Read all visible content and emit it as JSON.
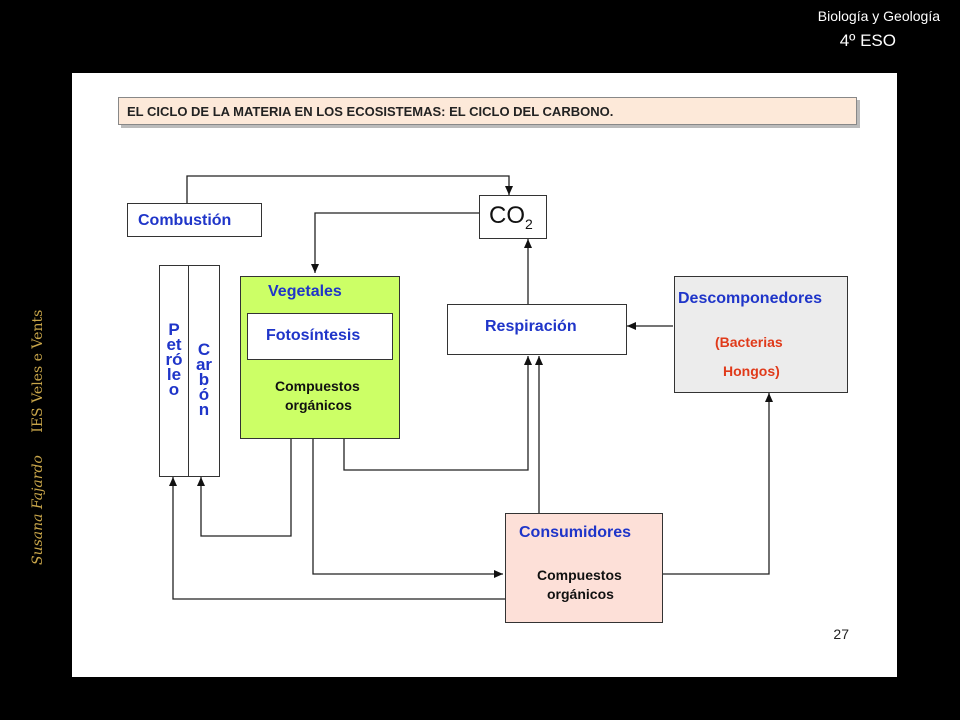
{
  "header": {
    "subject": "Biología y Geología",
    "level": "4º ESO"
  },
  "side": {
    "author": "Susana Fajardo",
    "school": "IES Veles e Vents"
  },
  "slide": {
    "title": "EL CICLO DE LA MATERIA EN LOS ECOSISTEMAS: EL CICLO DEL CARBONO.",
    "page_number": "27"
  },
  "diagram": {
    "co2_main": "CO",
    "co2_sub": "2",
    "combustion": "Combustión",
    "petroleo": "Petróleo",
    "carbon": "Carbón",
    "vegetales": "Vegetales",
    "fotosintesis": "Fotosíntesis",
    "veg_compuestos_1": "Compuestos",
    "veg_compuestos_2": "orgánicos",
    "respiracion": "Respiración",
    "descomponedores": "Descomponedores",
    "bacterias": "(Bacterias",
    "hongos": "Hongos)",
    "consumidores": "Consumidores",
    "cons_compuestos_1": "Compuestos",
    "cons_compuestos_2": "orgánicos",
    "colors": {
      "vegetales_fill": "#ccff66",
      "consumidores_fill": "#fde0d8",
      "descomponedores_fill": "#ececec",
      "label_blue": "#1f35c9",
      "label_red": "#e03a1a"
    }
  }
}
